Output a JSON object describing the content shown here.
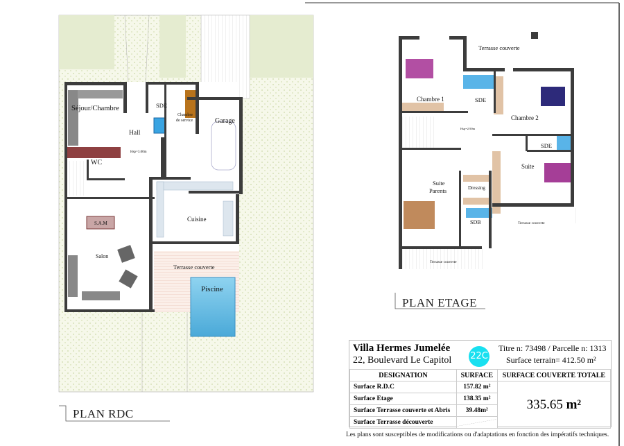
{
  "plans": {
    "rdc_title": "PLAN RDC",
    "etage_title": "PLAN ETAGE"
  },
  "rdc_rooms": {
    "sejour": "Séjour/Chambre",
    "hall": "Hall",
    "hsp": "Hsp=3.00m",
    "sde": "SDE",
    "chambre_service_1": "Chambre",
    "chambre_service_2": "de service",
    "garage": "Garage",
    "wc": "WC",
    "sam": "S.A.M",
    "salon": "Salon",
    "cuisine": "Cuisine",
    "terrasse": "Terrasse couverte",
    "piscine": "Piscine"
  },
  "etage_rooms": {
    "terrasse_top": "Terrasse couverte",
    "chambre1": "Chambre 1",
    "sde1": "SDE",
    "chambre2": "Chambre 2",
    "hsp": "Hsp=2.90m",
    "sde2": "SDE",
    "suite": "Suite",
    "suite_parents_1": "Suite",
    "suite_parents_2": "Parents",
    "dressing": "Dressing",
    "sdb": "SDB",
    "terrasse_right": "Terrasse couverte",
    "terrasse_bottom": "Terrasse couverte"
  },
  "title_block": {
    "name": "Villa Hermes Jumelée",
    "address": "22, Boulevard Le Capitol",
    "badge": "22C",
    "titre": "Titre n: 73498 / Parcelle n: 1313",
    "surface_terrain": "Surface terrain= 412.50 m²",
    "headers": {
      "designation": "DESIGNATION",
      "surface": "SURFACE",
      "total": "SURFACE COUVERTE TOTALE"
    },
    "rows": [
      {
        "label": "Surface R.D.C",
        "value": "157.82 m²"
      },
      {
        "label": "Surface Etage",
        "value": "138.35 m²"
      },
      {
        "label": "Surface Terrasse couverte et Abris",
        "value": "39.48m²"
      },
      {
        "label": "Surface Terrasse découverte",
        "value": ""
      }
    ],
    "total_value": "335.65",
    "total_unit": "m²"
  },
  "disclaimer": "Les plans sont susceptibles de modifications ou d'adaptations en fonction des impératifs techniques.",
  "colors": {
    "wall": "#3c3c3c",
    "garden": "#f3f6e6",
    "pool": "#5bbde6",
    "badge": "#19e0f0",
    "terrace": "#f3d6cc"
  }
}
